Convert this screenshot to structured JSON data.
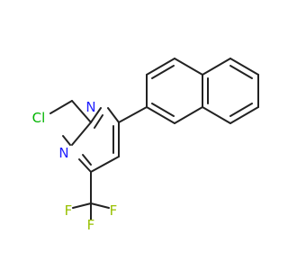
{
  "molecule": {
    "atoms": {
      "cl": {
        "symbol": "Cl",
        "color": "#00b400"
      },
      "n1": {
        "symbol": "N",
        "color": "#2020ff"
      },
      "n3": {
        "symbol": "N",
        "color": "#2020ff"
      },
      "f1": {
        "symbol": "F",
        "color": "#98c000"
      },
      "f2": {
        "symbol": "F",
        "color": "#98c000"
      },
      "f3": {
        "symbol": "F",
        "color": "#98c000"
      }
    },
    "bond_color": "#222222"
  }
}
